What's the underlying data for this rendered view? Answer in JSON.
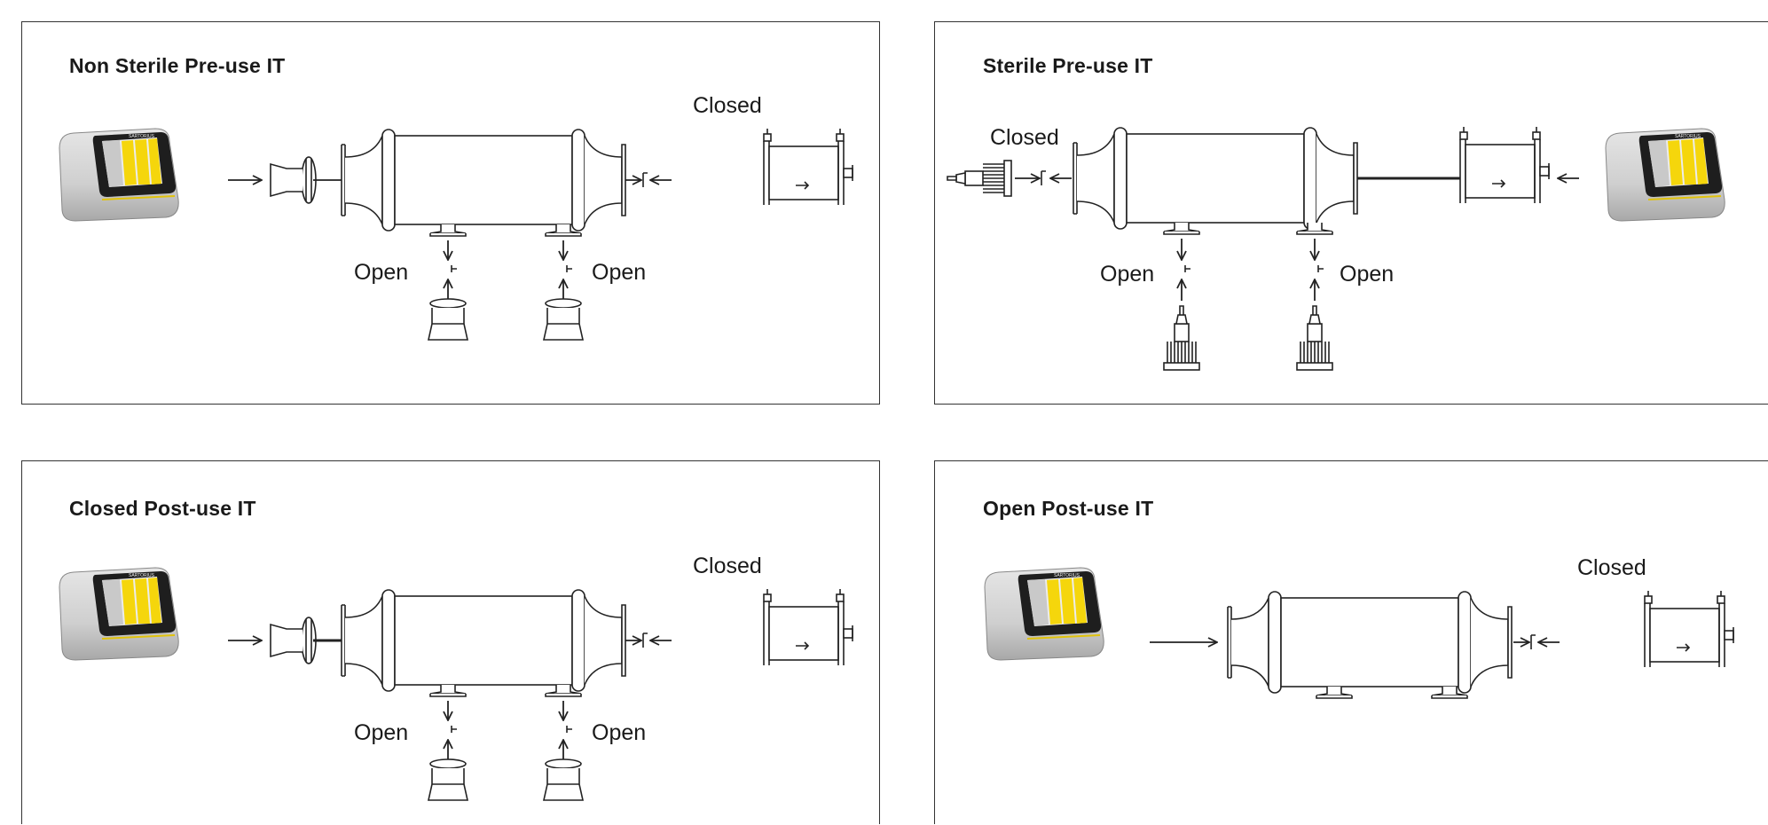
{
  "colors": {
    "accent": "#f5d60c",
    "line": "#333333",
    "screen": "#1e1e1e"
  },
  "icons": [
    "integrity-tester-icon",
    "vent-filter-housing-icon",
    "sterile-connector-icon",
    "end-cap-icon",
    "clamp-icon",
    "flow-arrow-icon"
  ],
  "panels": [
    {
      "title": "Non Sterile Pre-use IT",
      "closed_label": "Closed",
      "open_label_left": "Open",
      "open_label_right": "Open"
    },
    {
      "title": "Sterile Pre-use IT",
      "closed_label": "Closed",
      "open_label_left": "Open",
      "open_label_right": "Open"
    },
    {
      "title": "Closed Post-use IT",
      "closed_label": "Closed",
      "open_label_left": "Open",
      "open_label_right": "Open"
    },
    {
      "title": "Open Post-use IT",
      "closed_label": "Closed"
    }
  ]
}
